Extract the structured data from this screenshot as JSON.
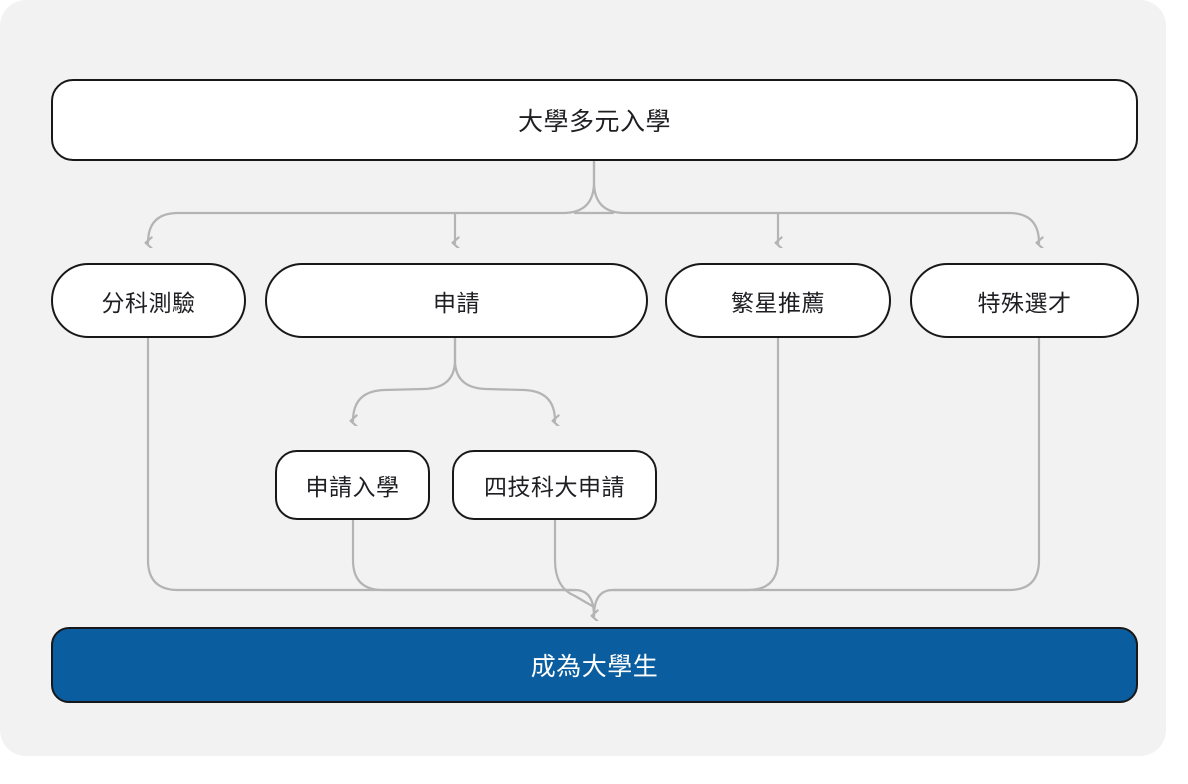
{
  "diagram": {
    "title_node": "大學多元入學",
    "goal_node": "成為大學生",
    "level2": [
      {
        "label": "分科測驗"
      },
      {
        "label": "申請"
      },
      {
        "label": "繁星推薦"
      },
      {
        "label": "特殊選才"
      }
    ],
    "level3": [
      {
        "label": "申請入學"
      },
      {
        "label": "四技科大申請"
      }
    ],
    "colors": {
      "board_background": "#f2f2f2",
      "node_border": "#18181b",
      "node_fill": "#ffffff",
      "goal_fill": "#0a5d9e",
      "goal_text": "#ffffff",
      "edge_stroke": "#b4b4b4",
      "text": "#1f1f23"
    }
  }
}
